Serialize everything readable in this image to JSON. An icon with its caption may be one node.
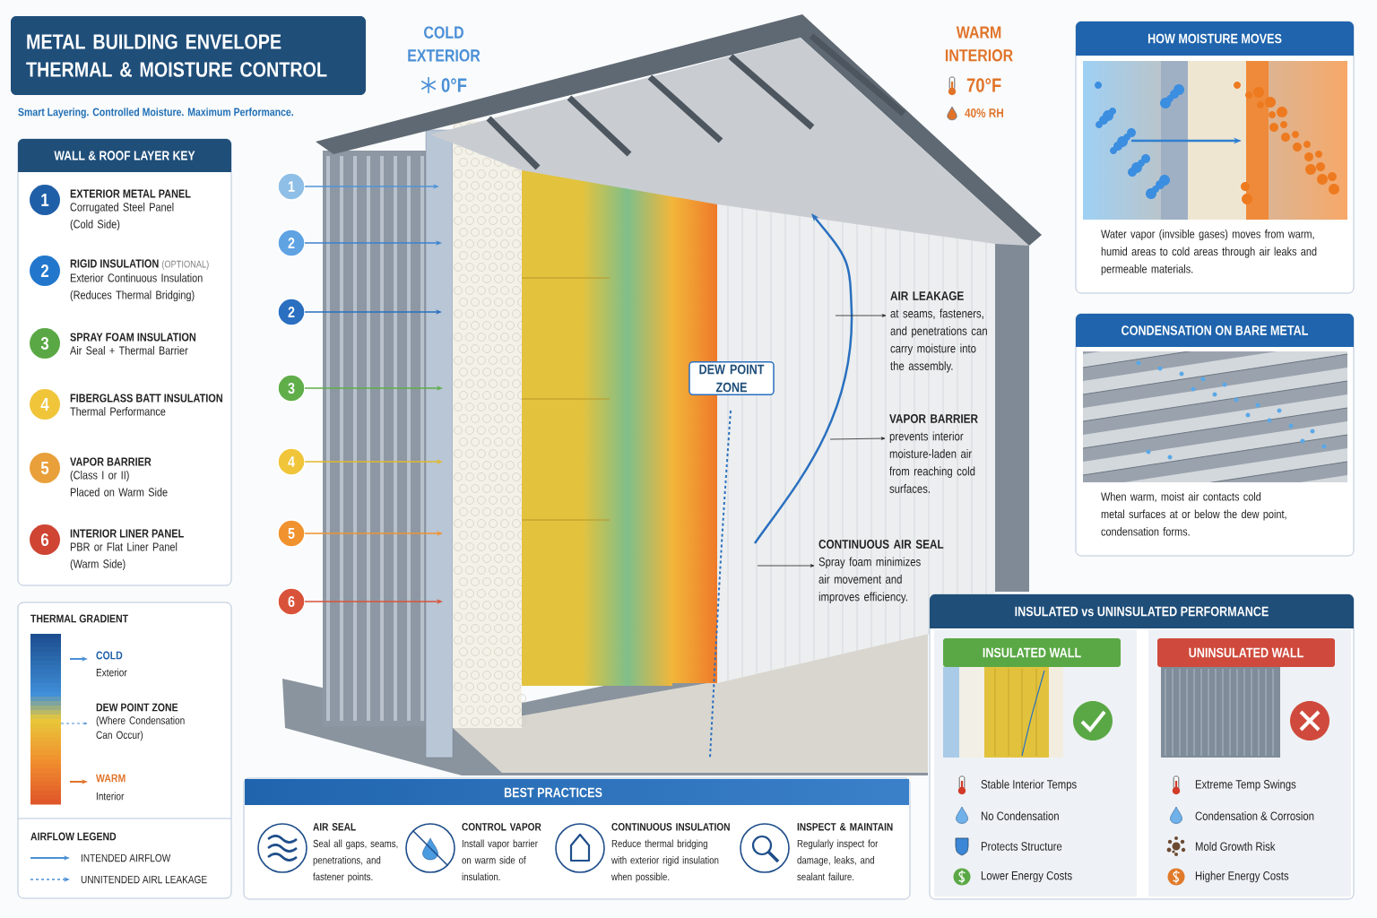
{
  "diagram": {
    "title": "METAL BUILDING ENVELOPE THERMAL & MOISTURE CONTROL",
    "nodes": [
      {
        "text": [
          "WALL & ROOF LAYER KEY"
        ]
      },
      {
        "text": [
          "1"
        ],
        "in": 0,
        "beside": [
          "EXTERIOR METAL PANEL",
          "Corrugated Steel Panel (Cold Side)"
        ]
      },
      {
        "text": [
          "2"
        ],
        "in": 0,
        "beside": [
          "RIGID INSULATION",
          "(OPTIONAL)",
          "Exterior Continuous Insulation (Reduces Thermal Bridging)"
        ]
      },
      {
        "text": [
          "3"
        ],
        "in": 0,
        "beside": [
          "SPRAY FOAM INSULATION",
          "Air Seal + Thermal Barrier"
        ]
      },
      {
        "text": [
          "4"
        ],
        "in": 0,
        "beside": [
          "FIBERGLASS BATT INSULATION",
          "Thermal Performance"
        ]
      },
      {
        "text": [
          "5"
        ],
        "in": 0,
        "beside": [
          "VAPOR BARRIER",
          "(Class I or II)",
          "Placed on Warm Side"
        ]
      },
      {
        "text": [
          "6"
        ],
        "in": 0,
        "beside": [
          "INTERIOR LINER PANEL",
          "PBR or Flat Liner Panel (Warm Side)"
        ]
      },
      {
        "text": [
          "THERMAL GRADIENT"
        ]
      },
      {
        "text": [
          "1"
        ]
      },
      {
        "text": [
          "2"
        ]
      },
      {
        "text": [
          "2"
        ]
      },
      {
        "text": [
          "3"
        ]
      },
      {
        "text": [
          "4"
        ]
      },
      {
        "text": [
          "5"
        ]
      },
      {
        "text": [
          "6"
        ]
      },
      {
        "text": [
          "DEW POINT ZONE"
        ]
      },
      {
        "text": [
          "AIR LEAKAGE",
          "at seams, fasteners, and penetrations can carry moisture into the assembly."
        ]
      },
      {
        "text": [
          "VAPOR BARRIER",
          "prevents interior moisture-laden air from reaching cold surfaces."
        ]
      },
      {
        "text": [
          "CONTINUOUS AIR SEAL",
          "Spray foam minimizes air movement and improves efficiency."
        ]
      },
      {
        "text": [
          "HOW MOISTURE MOVES",
          "Water vapor (invsible gases) moves from warm, humid areas to cold areas through air leaks and permeable materials."
        ]
      },
      {
        "text": [
          "CONDENSATION ON BARE METAL",
          "When warm, moist air contacts cold metal surfaces at or below the dew point, condensation forms."
        ]
      },
      {
        "text": [
          "INSULATED vs UNINSULATED PERFORMANCE"
        ]
      },
      {
        "text": [
          "INSULATED WALL",
          "Stable Interior Temps",
          "No Condensation",
          "Protects Structure",
          "Lower Energy Costs"
        ],
        "in": 21
      },
      {
        "text": [
          "UNINSULATED WALL",
          "Extreme Temp Swings",
          "Condensation & Corrosion",
          "Mold Growth Risk",
          "Higher Energy Costs"
        ],
        "in": 21
      },
      {
        "text": [
          "BEST PRACTICES"
        ]
      },
      {
        "text": [
          "AIR SEAL",
          "Seal all gaps, seams, penetrations, and fastener points."
        ],
        "in": 24
      },
      {
        "text": [
          "CONTROL VAPOR",
          "Install vapor barrier on warm side of insulation."
        ],
        "in": 24
      },
      {
        "text": [
          "CONTINUOUS INSULATION",
          "Reduce thermal bridging with exterior rigid insulation when possible."
        ],
        "in": 24
      },
      {
        "text": [
          "INSPECT & MAINTAIN",
          "Regularly inspect for damage, leaks, and sealant failure."
        ],
        "in": 24
      }
    ],
    "edges": [
      {
        "from": 8,
        "to": null,
        "arrow": "to",
        "color": "#4f95d8"
      },
      {
        "from": 9,
        "to": null,
        "arrow": "to",
        "color": "#3b82d0"
      },
      {
        "from": 10,
        "to": null,
        "arrow": "to",
        "color": "#2a6fc0"
      },
      {
        "from": 11,
        "to": null,
        "arrow": "to",
        "color": "#5fae4a"
      },
      {
        "from": 12,
        "to": null,
        "arrow": "to",
        "color": "#e3b92c"
      },
      {
        "from": 13,
        "to": null,
        "arrow": "to",
        "color": "#f0922e"
      },
      {
        "from": 14,
        "to": null,
        "arrow": "to",
        "color": "#d9533a"
      },
      {
        "from": null,
        "to": 16,
        "arrow": "to"
      },
      {
        "from": null,
        "to": 17,
        "arrow": "to"
      },
      {
        "from": null,
        "to": 18,
        "arrow": "to"
      }
    ],
    "labels": [
      "Smart Layering. Controlled Moisture. Maximum Performance.",
      "COLD EXTERIOR",
      "0°F",
      "WARM INTERIOR",
      "70°F",
      "40% RH",
      "COLD",
      "Exterior",
      "DEW POINT ZONE",
      "(Where Condensation Can Occur)",
      "WARM",
      "Interior",
      "AIRFLOW LEGEND"
    ],
    "legend": [
      {
        "text": "INTENDED AIRFLOW"
      },
      {
        "text": "UNNITENDED AIRL LEAKAGE"
      }
    ]
  }
}
